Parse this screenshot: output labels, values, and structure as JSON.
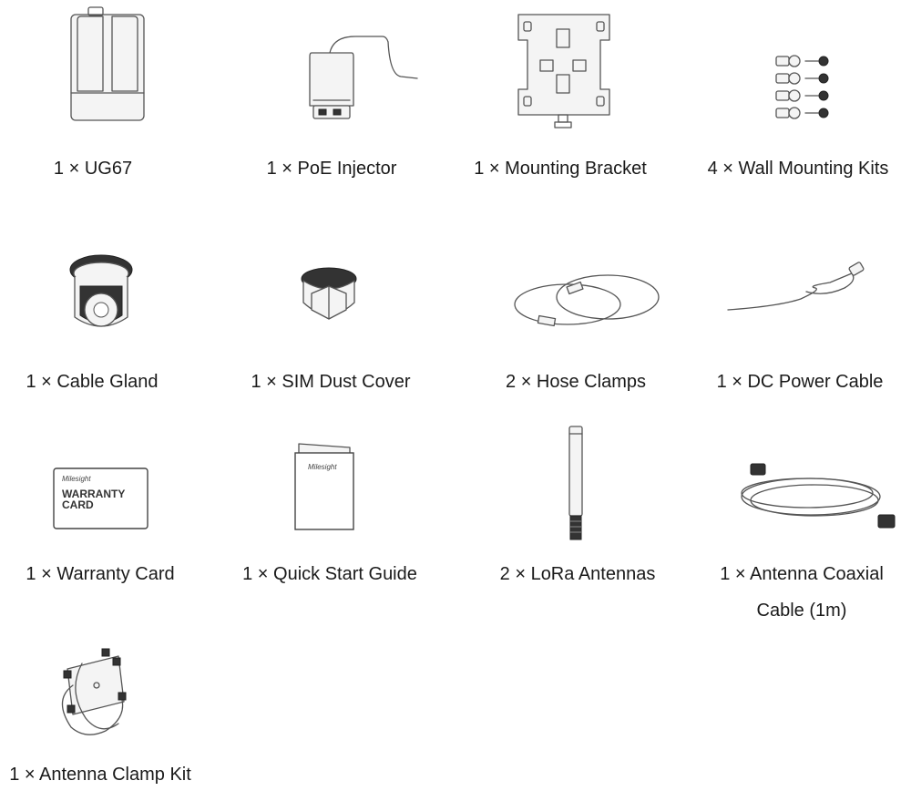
{
  "items": [
    {
      "label": "1 × UG67"
    },
    {
      "label": "1 × PoE Injector"
    },
    {
      "label": "1 × Mounting Bracket"
    },
    {
      "label": "4 × Wall Mounting Kits"
    },
    {
      "label": "1 × Cable Gland"
    },
    {
      "label": "1 × SIM Dust Cover"
    },
    {
      "label": "2 × Hose Clamps"
    },
    {
      "label": "1 × DC Power Cable"
    },
    {
      "label": "1 × Warranty Card"
    },
    {
      "label": "1 × Quick Start Guide"
    },
    {
      "label": "2 × LoRa Antennas"
    },
    {
      "label": "1 × Antenna Coaxial",
      "label2": "Cable (1m)"
    },
    {
      "label": "1 × Antenna Clamp Kit"
    }
  ],
  "warranty_card": {
    "brand": "Milesight",
    "line1": "WARRANTY",
    "line2": "CARD"
  },
  "guide": {
    "brand": "Milesight"
  }
}
